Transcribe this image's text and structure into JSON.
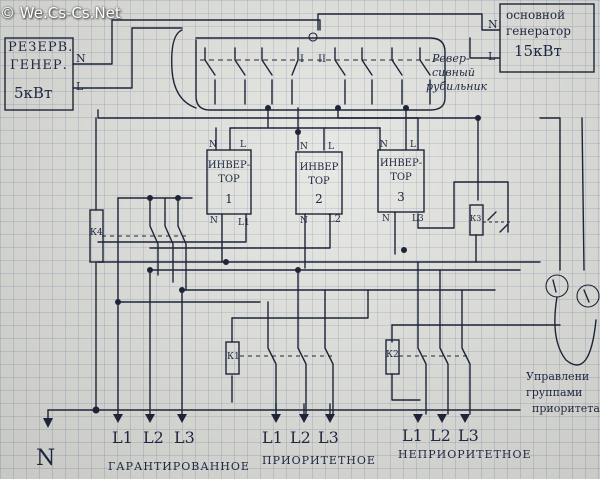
{
  "watermark": "© We.Cs-Cs.Net",
  "reserve_generator": {
    "line1": "РЕЗЕРВ.",
    "line2": "ГЕНЕР.",
    "power": "5кВт",
    "terminal_n": "N",
    "terminal_l": "L"
  },
  "main_generator": {
    "line1": "основной",
    "line2": "генератор",
    "power": "15кВт",
    "terminal_n": "N",
    "terminal_l": "L"
  },
  "changeover_switch": {
    "line1": "Ревер-",
    "line2": "сивный",
    "line3": "рубильник",
    "pos1": "I",
    "pos2": "II"
  },
  "inverters": [
    {
      "line1": "ИНВЕР-",
      "line2": "ТОР",
      "num": "1",
      "n": "N",
      "l": "L",
      "out_n": "N",
      "out_l": "L1"
    },
    {
      "line1": "ИНВЕР",
      "line2": "ТОР",
      "num": "2",
      "n": "N",
      "l": "L",
      "out_n": "N",
      "out_l": "L2"
    },
    {
      "line1": "ИНВЕР-",
      "line2": "ТОР",
      "num": "3",
      "n": "N",
      "l": "L",
      "out_n": "N",
      "out_l": "L3"
    }
  ],
  "contactors": {
    "k1": "К1",
    "k2": "К2",
    "k3": "К3",
    "k4": "К4"
  },
  "outputs": {
    "neutral": "N",
    "guaranteed": {
      "label": "ГАРАНТИРОВАННОЕ",
      "phases": [
        "L1",
        "L2",
        "L3"
      ]
    },
    "priority": {
      "label": "ПРИОРИТЕТНОЕ",
      "phases": [
        "L1",
        "L2",
        "L3"
      ]
    },
    "nonpriority": {
      "label": "НЕПРИОРИТЕТНОЕ",
      "phases": [
        "L1",
        "L2",
        "L3"
      ]
    }
  },
  "control": {
    "line1": "Управлени",
    "line2": "группами",
    "line3": "приоритета"
  }
}
